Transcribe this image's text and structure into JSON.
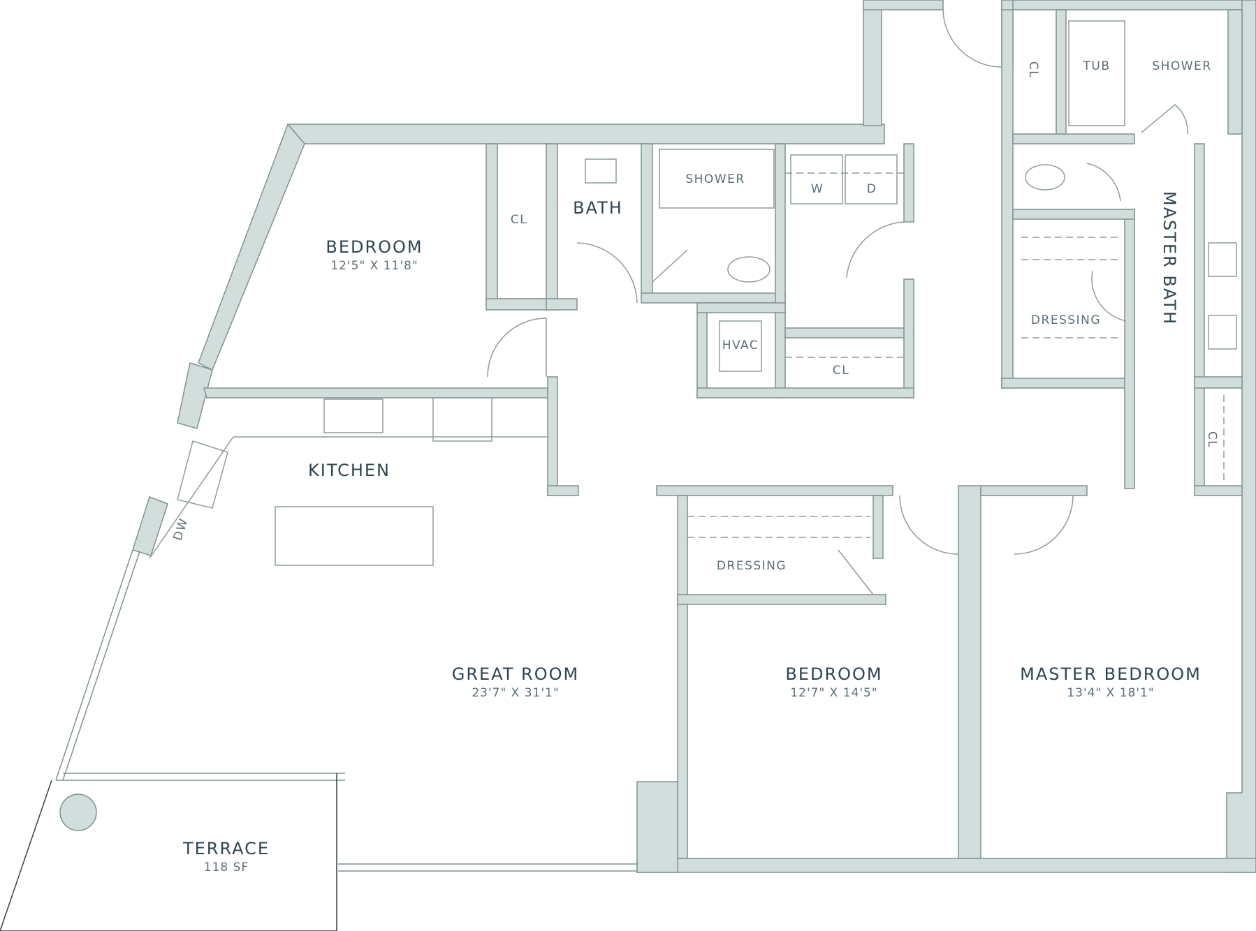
{
  "colors": {
    "wall": "#d2dedb",
    "wall_stroke": "#7f9290",
    "fixture_stroke": "#8e9c9b",
    "label": "#2f4450",
    "sublabel": "#5d6e77"
  },
  "rooms": {
    "bedroom_1": {
      "name": "BEDROOM",
      "dims": "12'5\" X 11'8\""
    },
    "bath": {
      "name": "BATH"
    },
    "great_room": {
      "name": "GREAT ROOM",
      "dims": "23'7\" X 31'1\""
    },
    "kitchen": {
      "name": "KITCHEN"
    },
    "terrace": {
      "name": "TERRACE",
      "area": "118 SF"
    },
    "bedroom_2": {
      "name": "BEDROOM",
      "dims": "12'7\" X 14'5\""
    },
    "master_bedroom": {
      "name": "MASTER BEDROOM",
      "dims": "13'4\" X 18'1\""
    },
    "master_bath": {
      "name": "MASTER BATH"
    }
  },
  "labels": {
    "closet_bedroom1": "CL",
    "shower_bath": "SHOWER",
    "washer": "W",
    "dryer": "D",
    "hvac": "HVAC",
    "closet_hall": "CL",
    "closet_master_top": "CL",
    "tub": "TUB",
    "shower_master": "SHOWER",
    "dressing_master": "DRESSING",
    "closet_master_right": "CL",
    "dressing_bedroom2": "DRESSING",
    "dishwasher": "DW"
  }
}
